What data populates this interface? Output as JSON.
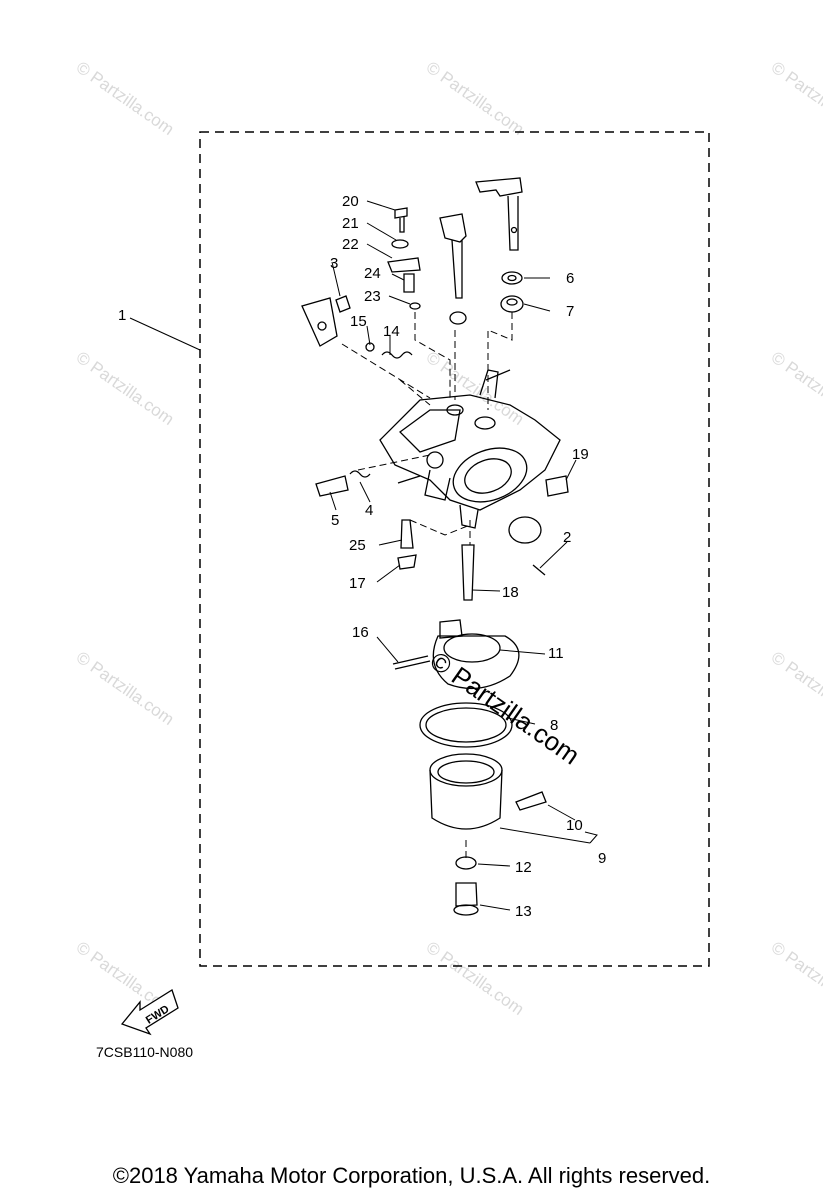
{
  "diagram": {
    "reference_code": "7CSB110-N080",
    "fwd_label": "FWD",
    "watermark_text": "© Partzilla.com",
    "callouts": [
      "1",
      "2",
      "3",
      "4",
      "5",
      "6",
      "7",
      "8",
      "9",
      "10",
      "11",
      "12",
      "13",
      "14",
      "15",
      "16",
      "17",
      "18",
      "19",
      "20",
      "21",
      "22",
      "23",
      "24",
      "25"
    ]
  },
  "footer": {
    "copyright": "©2018  Yamaha Motor Corporation, U.S.A. All rights reserved."
  }
}
